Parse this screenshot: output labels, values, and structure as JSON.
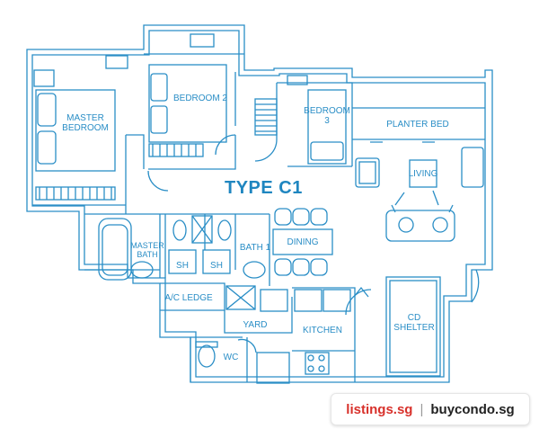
{
  "plan": {
    "title": "TYPE C1",
    "rooms": {
      "master_bedroom": "MASTER\nBEDROOM",
      "bedroom2": "BEDROOM 2",
      "bedroom3": "BEDROOM\n3",
      "planter_bed": "PLANTER BED",
      "living": "LIVING",
      "dining": "DINING",
      "master_bath": "MASTER\nBATH",
      "sh1": "SH",
      "sh2": "SH",
      "bath1": "BATH 1",
      "ac_ledge": "A/C LEDGE",
      "yard": "YARD",
      "kitchen": "KITCHEN",
      "cd_shelter": "CD\nSHELTER",
      "wc": "WC"
    },
    "line_color": "#2a8ec6"
  },
  "footer": {
    "site1": "listings.sg",
    "separator": "|",
    "site2": "buycondo.sg"
  }
}
